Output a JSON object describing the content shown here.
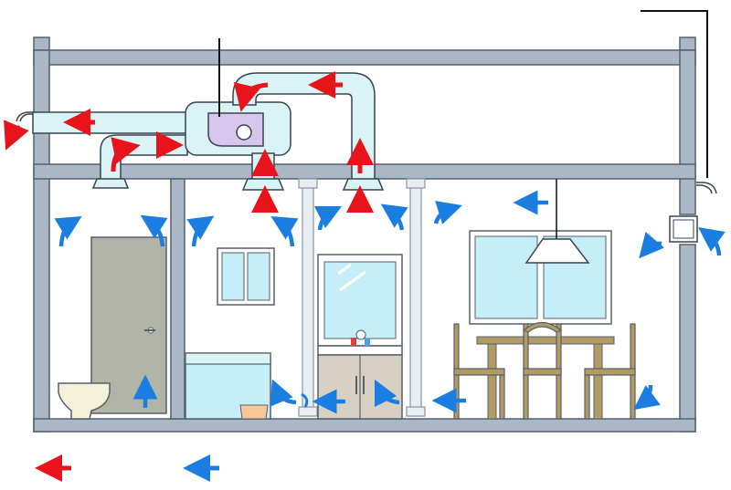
{
  "diagram": {
    "kind": "house-ventilation-cross-section",
    "legend": [
      {
        "name": "exhaust-air",
        "color": "#e8141c"
      },
      {
        "name": "fresh-air",
        "color": "#1a7ee0"
      }
    ],
    "colors": {
      "wall": "#a9b7c6",
      "wall_stroke": "#55606c",
      "duct": "#d9f3f7",
      "fan_unit": "#d8c6ee",
      "door": "#b2b4a8",
      "vanity_cabinet": "#d9d0c4",
      "window_frame": "#ffffff",
      "window_glass": "#c6eef7",
      "furniture": "#b49a64",
      "exhaust_arrow": "#e8141c",
      "fresh_arrow": "#1a7ee0"
    },
    "rooms": [
      "toilet",
      "bathroom",
      "washroom",
      "dining-room"
    ]
  }
}
